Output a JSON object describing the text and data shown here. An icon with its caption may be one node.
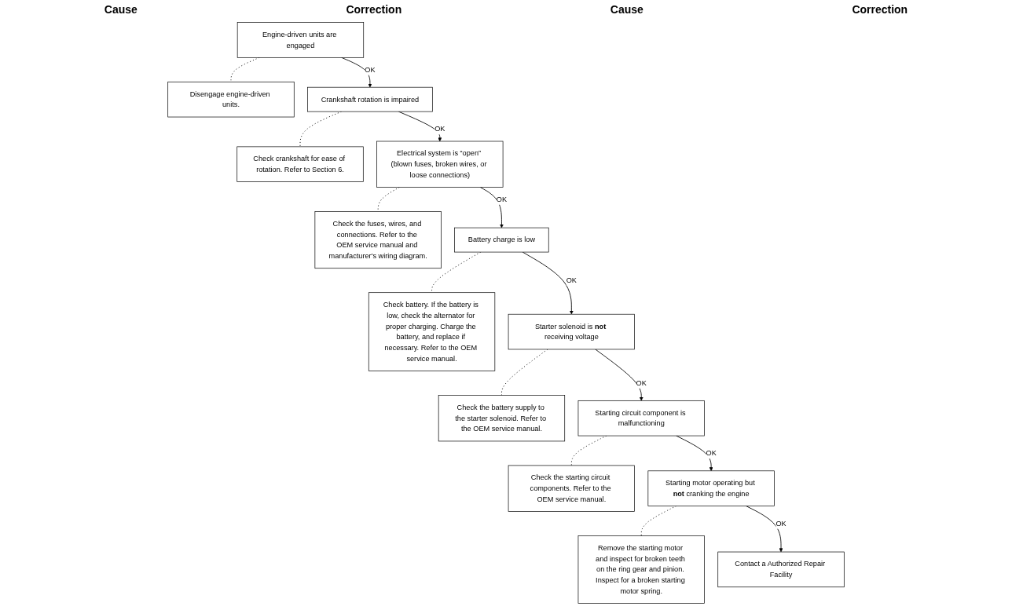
{
  "diagram": {
    "nodes": [
      {
        "text": [
          "Engine-driven units are engaged"
        ]
      },
      {
        "text": [
          "Disengage engine-driven units."
        ]
      },
      {
        "text": [
          "Crankshaft rotation is impaired"
        ]
      },
      {
        "text": [
          "Check crankshaft for ease of rotation. Refer to Section 6."
        ]
      },
      {
        "text": [
          "Electrical system is “open” (blown fuses, broken wires, or loose connections)"
        ]
      },
      {
        "text": [
          "Check the fuses, wires, and connections. Refer to the OEM service manual and manufacturer's wiring diagram."
        ]
      },
      {
        "text": [
          "Battery charge is low"
        ]
      },
      {
        "text": [
          "Check battery. If the battery is low, check the alternator for proper charging. Charge the battery, and replace if necessary. Refer to the OEM service manual."
        ]
      },
      {
        "text": [
          "Starter solenoid is **not** receiving voltage"
        ]
      },
      {
        "text": [
          "Check the battery supply to the starter solenoid. Refer to the OEM service manual."
        ]
      },
      {
        "text": [
          "Starting circuit component is malfunctioning"
        ]
      },
      {
        "text": [
          "Check the starting circuit components. Refer to the OEM service manual."
        ]
      },
      {
        "text": [
          "Starting motor operating but **not** cranking the engine"
        ]
      },
      {
        "text": [
          "Remove the starting motor and inspect for broken teeth on the ring gear and pinion. Inspect for a broken starting motor spring."
        ]
      },
      {
        "text": [
          "Contact a Authorized Repair Facility"
        ]
      }
    ],
    "edges": [
      {
        "from": 0,
        "to": 1,
        "arrow": "none",
        "style": "dashed"
      },
      {
        "from": 0,
        "to": 2,
        "arrow": "to",
        "label": "OK"
      },
      {
        "from": 2,
        "to": 3,
        "arrow": "none",
        "style": "dashed"
      },
      {
        "from": 2,
        "to": 4,
        "arrow": "to",
        "label": "OK"
      },
      {
        "from": 4,
        "to": 5,
        "arrow": "none",
        "style": "dashed"
      },
      {
        "from": 4,
        "to": 6,
        "arrow": "to",
        "label": "OK"
      },
      {
        "from": 6,
        "to": 7,
        "arrow": "none",
        "style": "dashed"
      },
      {
        "from": 6,
        "to": 8,
        "arrow": "to",
        "label": "OK"
      },
      {
        "from": 8,
        "to": 9,
        "arrow": "none",
        "style": "dashed"
      },
      {
        "from": 8,
        "to": 10,
        "arrow": "to",
        "label": "OK"
      },
      {
        "from": 10,
        "to": 11,
        "arrow": "none",
        "style": "dashed"
      },
      {
        "from": 10,
        "to": 12,
        "arrow": "to",
        "label": "OK"
      },
      {
        "from": 12,
        "to": 13,
        "arrow": "none",
        "style": "dashed"
      },
      {
        "from": 12,
        "to": 14,
        "arrow": "to",
        "label": "OK"
      }
    ],
    "labels": [
      "Cause",
      "Correction",
      "Cause",
      "Correction"
    ]
  }
}
